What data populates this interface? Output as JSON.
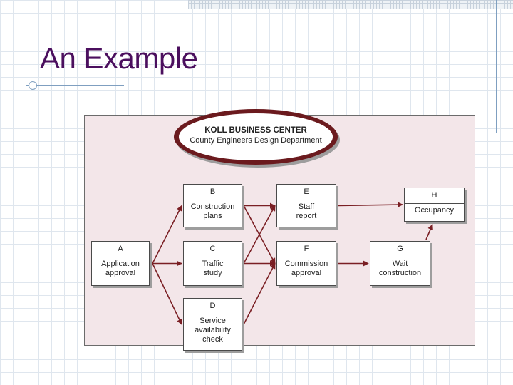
{
  "slide": {
    "title": "An Example"
  },
  "diagram": {
    "header": {
      "title": "KOLL BUSINESS CENTER",
      "subtitle": "County Engineers Design Department"
    },
    "nodes": {
      "A": {
        "id": "A",
        "label": "Application\napproval"
      },
      "B": {
        "id": "B",
        "label": "Construction\nplans"
      },
      "C": {
        "id": "C",
        "label": "Traffic\nstudy"
      },
      "D": {
        "id": "D",
        "label": "Service\navailability\ncheck"
      },
      "E": {
        "id": "E",
        "label": "Staff\nreport"
      },
      "F": {
        "id": "F",
        "label": "Commission\napproval"
      },
      "G": {
        "id": "G",
        "label": "Wait\nconstruction"
      },
      "H": {
        "id": "H",
        "label": "Occupancy"
      }
    },
    "edges": [
      {
        "from": "A",
        "to": "B"
      },
      {
        "from": "A",
        "to": "C"
      },
      {
        "from": "A",
        "to": "D"
      },
      {
        "from": "B",
        "to": "E"
      },
      {
        "from": "B",
        "to": "F"
      },
      {
        "from": "C",
        "to": "E"
      },
      {
        "from": "C",
        "to": "F"
      },
      {
        "from": "D",
        "to": "F"
      },
      {
        "from": "E",
        "to": "H"
      },
      {
        "from": "F",
        "to": "G"
      },
      {
        "from": "G",
        "to": "H"
      }
    ],
    "colors": {
      "arrow": "#7a1f24",
      "ellipse": "#6b1a1e",
      "panel": "#f3e6e9",
      "title": "#4b0f5e"
    }
  }
}
